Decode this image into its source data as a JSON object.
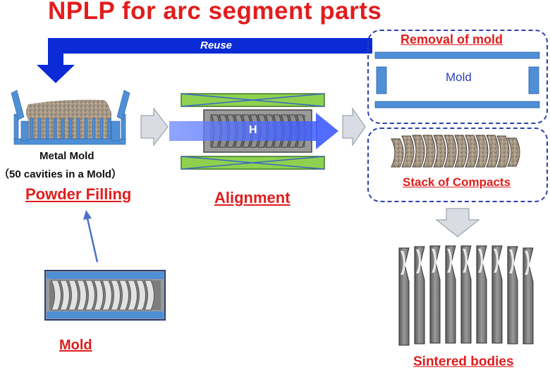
{
  "title": "NPLP for arc segment parts",
  "reuse_label": "Reuse",
  "removal_label": "Removal of mold",
  "mold_inner_label": "Mold",
  "field_label": "H",
  "metal_mold_line1": "Metal Mold",
  "metal_mold_line2": "（50 cavities in a Mold）",
  "powder_filling_label": "Powder Filling",
  "alignment_label": "Alignment",
  "stack_label": "Stack of Compacts",
  "mold_label": "Mold",
  "sintered_label": "Sintered bodies",
  "colors": {
    "accent_red": "#e11d1d",
    "reuse_blue": "#0b2bd6",
    "mold_blue": "#4e8fd6",
    "coil_green": "#8fd14f",
    "dash_border": "#2b3fb0"
  }
}
